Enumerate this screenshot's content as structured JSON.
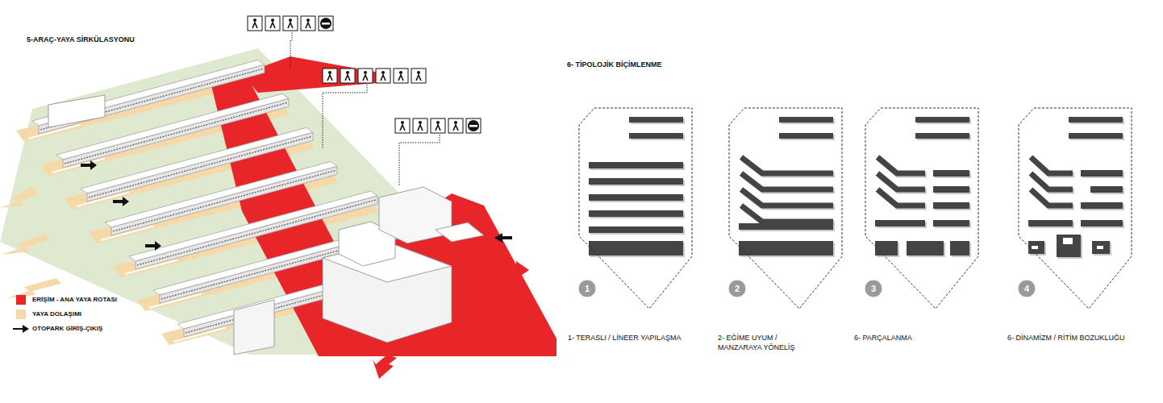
{
  "diagram": {
    "title": "5-ARAÇ-YAYA SİRKÜLASYONU",
    "nodes": [
      {
        "text": [
          "1- TERASLI / LİNEER YAPILAŞMA"
        ]
      },
      {
        "text": [
          "1"
        ],
        "in": 0
      },
      {
        "text": [
          "2- EĞİME UYUM / MANZARAYA YÖNELİŞ"
        ]
      },
      {
        "text": [
          "2"
        ],
        "in": 2
      },
      {
        "text": [
          "6- PARÇALANMA"
        ]
      },
      {
        "text": [
          "3"
        ],
        "in": 4
      },
      {
        "text": [
          "6- DİNAMİZM / RİTİM BOZUKLUĞU"
        ]
      },
      {
        "text": [
          "4"
        ],
        "in": 6
      }
    ],
    "edges": [],
    "labels": [
      "6- TİPOLOJİK BİÇİMLENME"
    ],
    "legend": [
      {
        "text": "ERİŞİM - ANA YAYA ROTASI",
        "color": "#e8262a"
      },
      {
        "text": "YAYA DOLAŞIMI",
        "color": "#f5d9a8"
      },
      {
        "text": "OTOPARK GİRİŞ-ÇIKIŞ"
      }
    ]
  }
}
